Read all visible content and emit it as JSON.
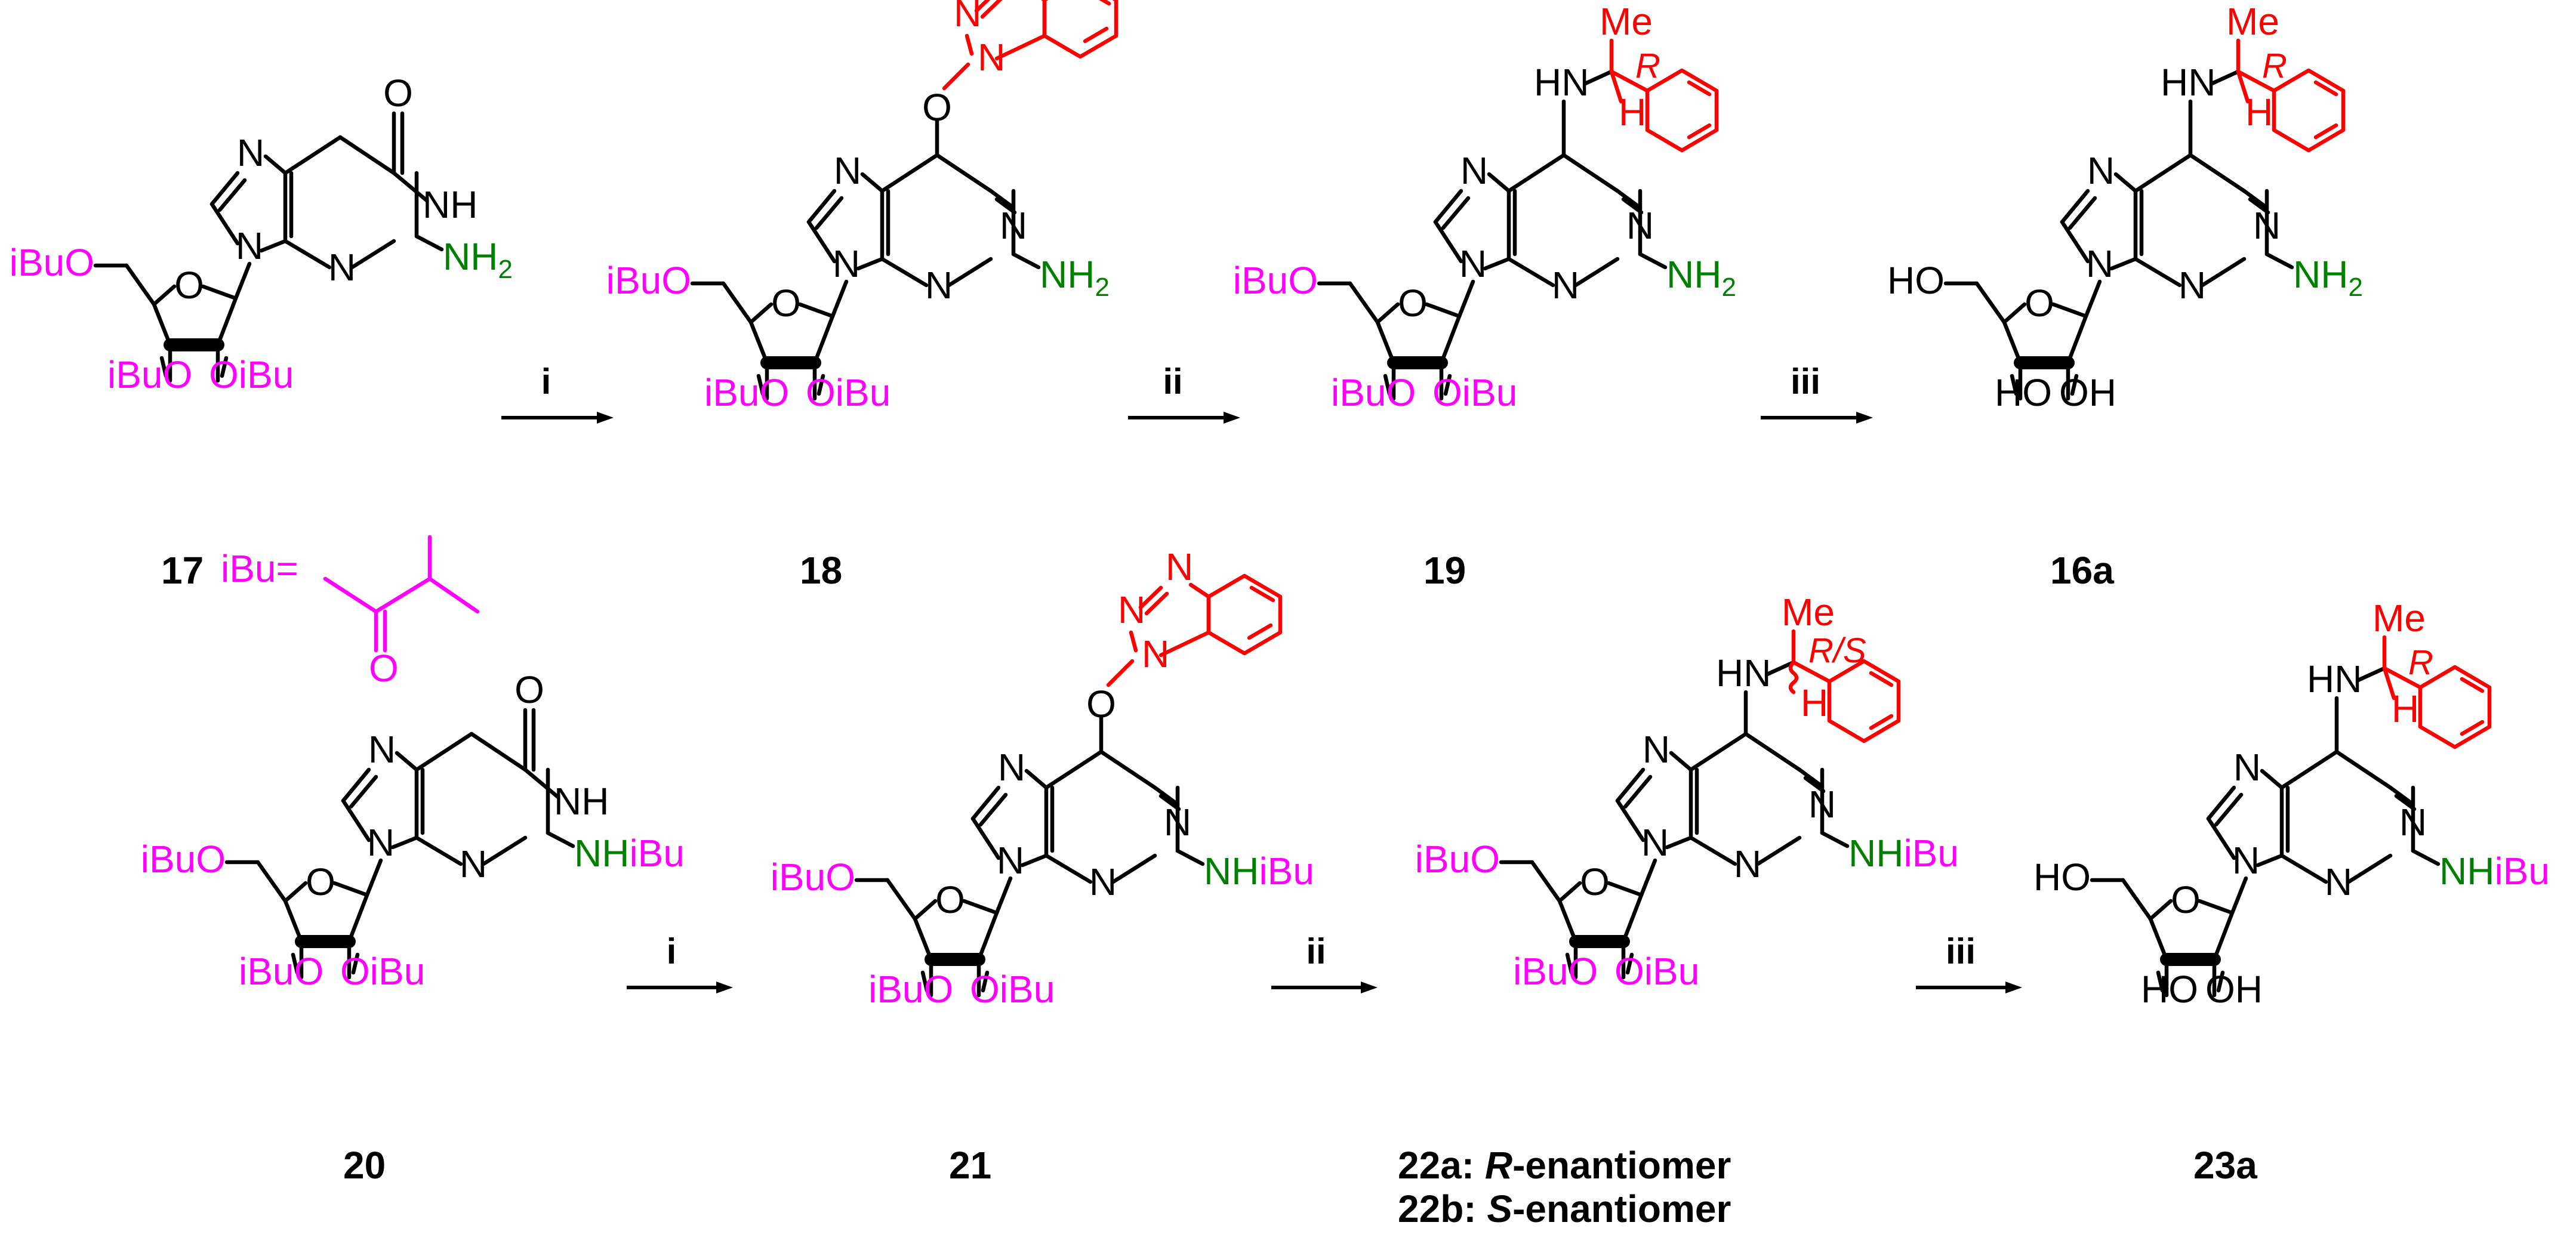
{
  "colors": {
    "bond": "#000000",
    "protecting_group": "#ff00ff",
    "benzotriazole_phenethyl": "#ff0000",
    "amine": "#008000"
  },
  "atoms": {
    "N": "N",
    "O": "O",
    "H": "H",
    "NH": "NH",
    "HN": "HN",
    "Me": "Me",
    "HO": "HO",
    "OH": "OH"
  },
  "pg": {
    "ibu_o": "iBuO",
    "ibu": "iBu",
    "o": "O",
    "ibu_eq": "iBu=",
    "nh2_main": "NH",
    "nh2_sub": "2",
    "nh": "NH"
  },
  "stereo": {
    "r": "R",
    "rs": "R/S"
  },
  "compounds": {
    "c17": "17",
    "c18": "18",
    "c19": "19",
    "c16a": "16a",
    "c20": "20",
    "c21": "21",
    "c23a": "23a",
    "c22a_id": "22a",
    "c22a_letter": "R",
    "c22a_rest": "-enantiomer",
    "c22b_id": "22b",
    "c22b_letter": "S",
    "c22b_rest": "-enantiomer",
    "colon": ": "
  },
  "reagents": {
    "i": "i",
    "ii": "ii",
    "iii": "iii"
  }
}
